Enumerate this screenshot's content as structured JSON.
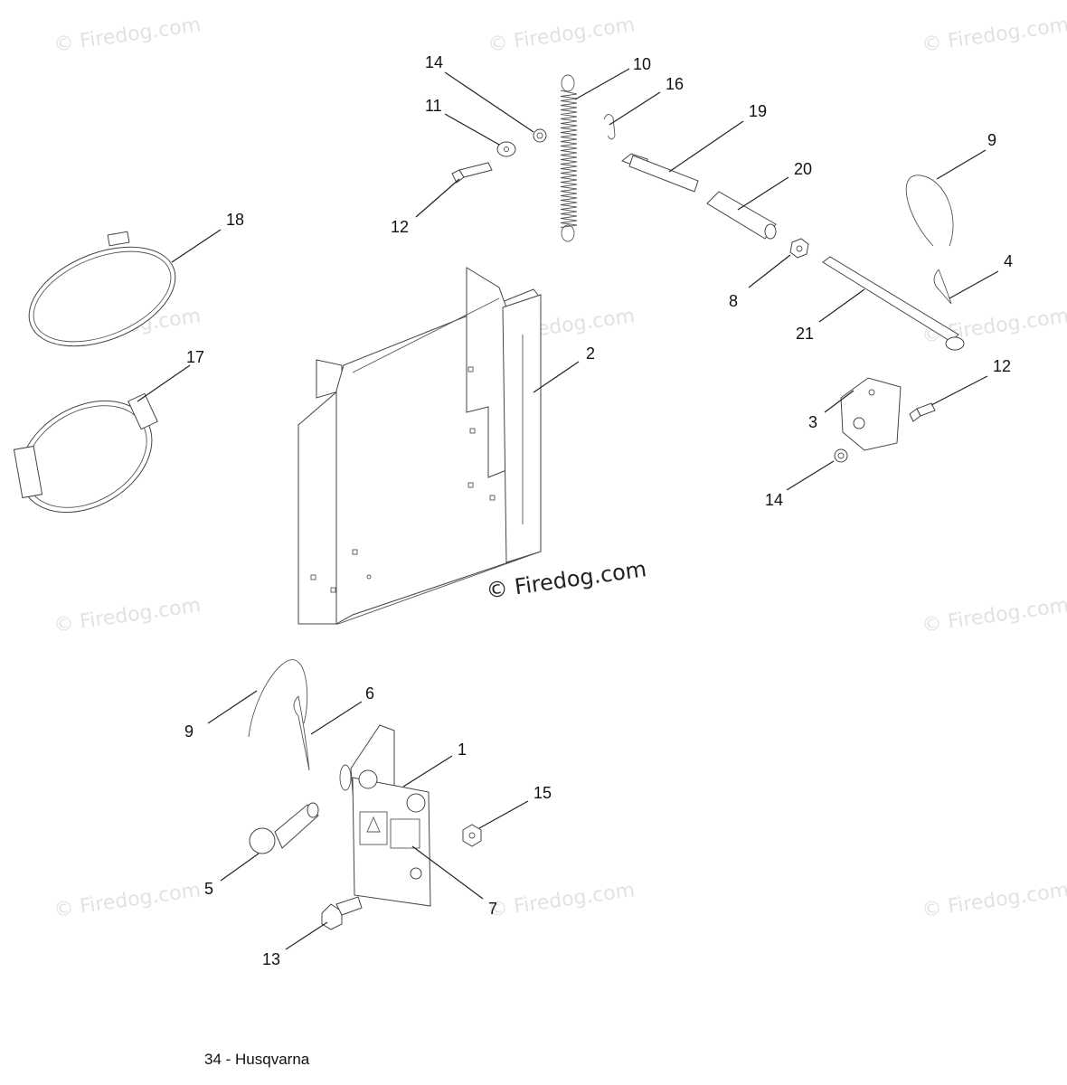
{
  "watermark": {
    "main": "© Firedog.com",
    "faint": "© Firedog.com"
  },
  "footer": {
    "text": "34 - Husqvarna"
  },
  "callouts": [
    {
      "id": "c14a",
      "label": "14"
    },
    {
      "id": "c10",
      "label": "10"
    },
    {
      "id": "c16",
      "label": "16"
    },
    {
      "id": "c11",
      "label": "11"
    },
    {
      "id": "c19",
      "label": "19"
    },
    {
      "id": "c9a",
      "label": "9"
    },
    {
      "id": "c20",
      "label": "20"
    },
    {
      "id": "c12a",
      "label": "12"
    },
    {
      "id": "c18",
      "label": "18"
    },
    {
      "id": "c4",
      "label": "4"
    },
    {
      "id": "c8",
      "label": "8"
    },
    {
      "id": "c21",
      "label": "21"
    },
    {
      "id": "c17",
      "label": "17"
    },
    {
      "id": "c2",
      "label": "2"
    },
    {
      "id": "c12b",
      "label": "12"
    },
    {
      "id": "c3",
      "label": "3"
    },
    {
      "id": "c14b",
      "label": "14"
    },
    {
      "id": "c6",
      "label": "6"
    },
    {
      "id": "c9b",
      "label": "9"
    },
    {
      "id": "c1",
      "label": "1"
    },
    {
      "id": "c15",
      "label": "15"
    },
    {
      "id": "c5",
      "label": "5"
    },
    {
      "id": "c7",
      "label": "7"
    },
    {
      "id": "c13",
      "label": "13"
    }
  ]
}
